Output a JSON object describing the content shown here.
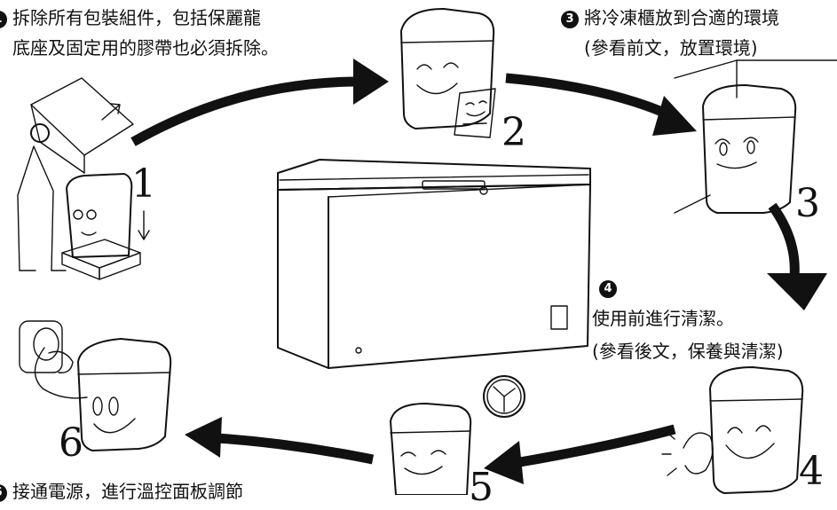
{
  "steps": [
    {
      "badge": "1",
      "number": "1",
      "lines": [
        "拆除所有包裝組件，包括保麗龍",
        "底座及固定用的膠帶也必須拆除。"
      ]
    },
    {
      "number": "2"
    },
    {
      "badge": "3",
      "number": "3",
      "lines": [
        "將冷凍櫃放到合適的環境",
        "(參看前文，放置環境)"
      ]
    },
    {
      "badge": "4",
      "number": "4",
      "lines": [
        "使用前進行清潔。",
        "(參看後文，保養與清潔)"
      ]
    },
    {
      "number": "5"
    },
    {
      "badge": "6",
      "number": "6",
      "lines": [
        "接通電源，進行溫控面板調節"
      ]
    }
  ]
}
